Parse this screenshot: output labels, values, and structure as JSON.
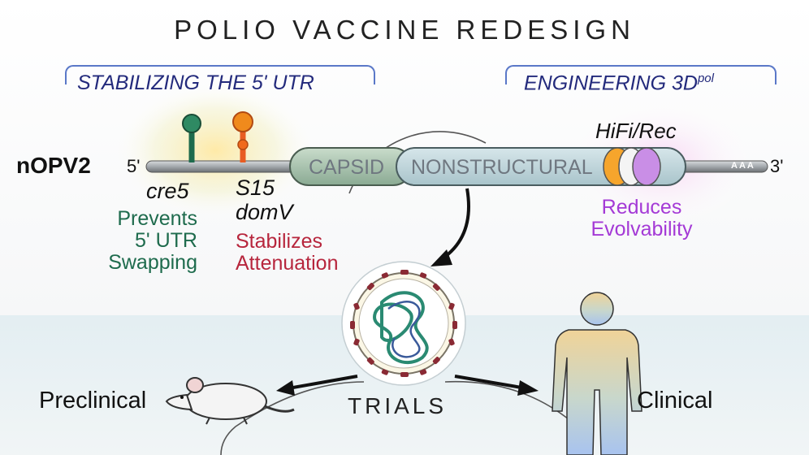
{
  "title": "POLIO VACCINE REDESIGN",
  "sections": {
    "left": "STABILIZING THE 5' UTR",
    "right_main": "ENGINEERING 3D",
    "right_sup": "pol"
  },
  "genome": {
    "name": "nOPV2",
    "five_prime": "5'",
    "three_prime": "3'",
    "polyA": "AAA",
    "segments": {
      "capsid": "CAPSID",
      "nonstructural": "NONSTRUCTURAL"
    }
  },
  "features": {
    "cre5": {
      "name": "cre5",
      "effect_line1": "Prevents",
      "effect_line2": "5' UTR",
      "effect_line3": "Swapping"
    },
    "s15": {
      "name_line1": "S15",
      "name_line2": "domV",
      "effect_line1": "Stabilizes",
      "effect_line2": "Attenuation"
    },
    "hifi": {
      "name": "HiFi/Rec",
      "effect_line1": "Reduces",
      "effect_line2": "Evolvability"
    }
  },
  "trials": {
    "label": "TRIALS",
    "left": "Preclinical",
    "right": "Clinical"
  },
  "colors": {
    "green": "#1e6b4d",
    "red": "#b7263d",
    "purple": "#a43ad6",
    "navy": "#232a7c",
    "orange": "#f08a1c"
  }
}
